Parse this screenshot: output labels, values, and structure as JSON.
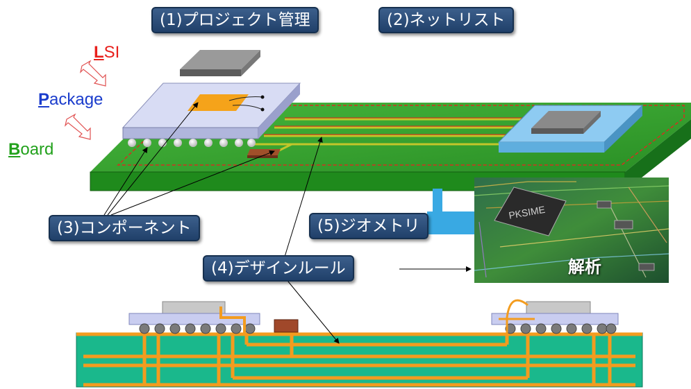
{
  "labels": {
    "project_mgmt": "(1)プロジェクト管理",
    "netlist": "(2)ネットリスト",
    "component": "(3)コンポーネント",
    "design_rule": "(4)デザインルール",
    "geometry": "(5)ジオメトリ"
  },
  "stack": {
    "lsi_initial": "L",
    "lsi_rest": "SI",
    "package_initial": "P",
    "package_rest": "ackage",
    "board_initial": "B",
    "board_rest": "oard"
  },
  "analysis": {
    "caption": "解析",
    "chip_marking": "PKSIME"
  },
  "colors": {
    "lsi": "#e8201c",
    "package": "#1a3ccc",
    "board": "#22a11c",
    "pcb_green": "#2f9e2b",
    "trace_orange": "#f39c1f",
    "label_box": "#2b4a73"
  }
}
